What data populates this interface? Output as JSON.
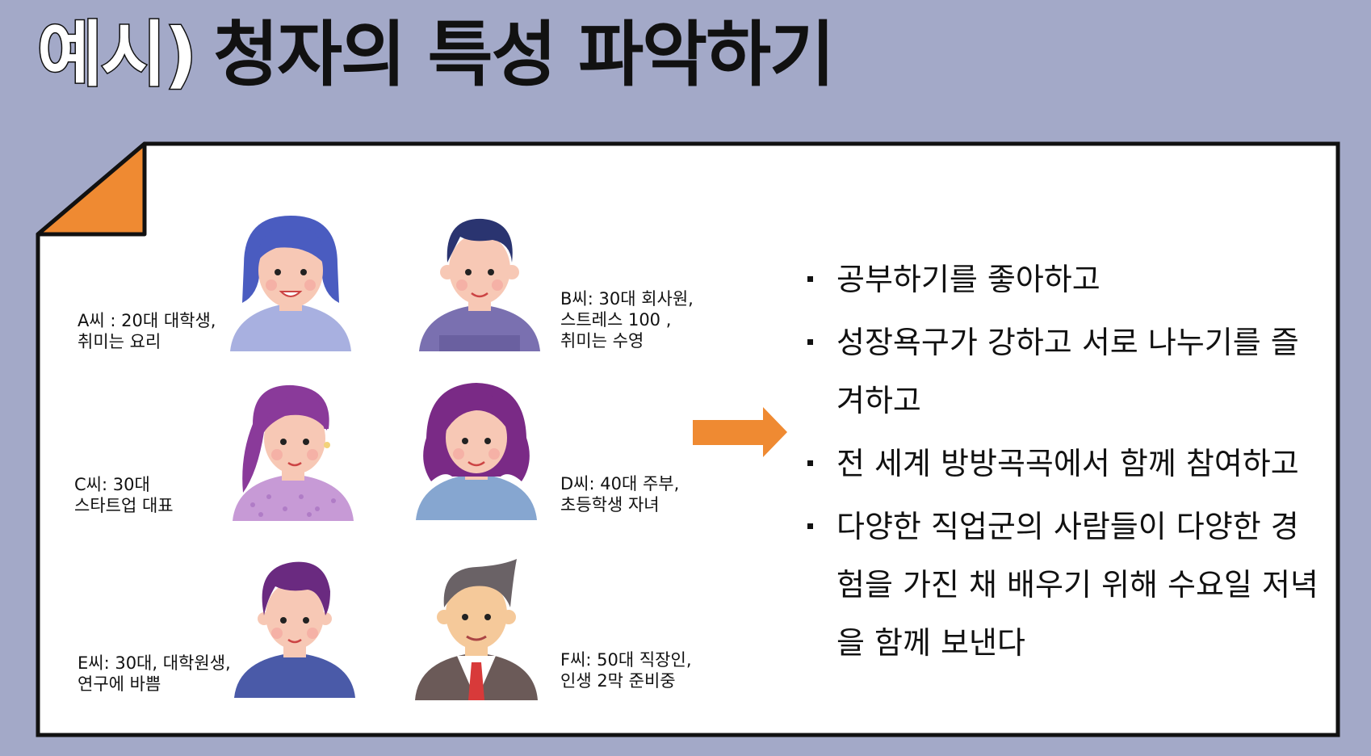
{
  "slide": {
    "title_prefix": "예시)",
    "title_main": "청자의 특성 파악하기"
  },
  "people": [
    {
      "id": "A",
      "line1": "A씨 : 20대 대학생,",
      "line2": "취미는 요리",
      "line3": ""
    },
    {
      "id": "B",
      "line1": "B씨: 30대 회사원,",
      "line2": "스트레스 100 ,",
      "line3": "취미는 수영"
    },
    {
      "id": "C",
      "line1": "C씨: 30대",
      "line2": "스타트업 대표",
      "line3": ""
    },
    {
      "id": "D",
      "line1": "D씨: 40대 주부,",
      "line2": "초등학생 자녀",
      "line3": ""
    },
    {
      "id": "E",
      "line1": "E씨: 30대, 대학원생,",
      "line2": "연구에 바쁨",
      "line3": ""
    },
    {
      "id": "F",
      "line1": "F씨: 50대 직장인,",
      "line2": "인생 2막 준비중",
      "line3": ""
    }
  ],
  "bullets": [
    "공부하기를 좋아하고",
    "성장욕구가 강하고 서로 나누기를 즐겨하고",
    "전 세계 방방곡곡에서 함께 참여하고",
    "다양한 직업군의 사람들이 다양한 경험을 가진 채 배우기 위해 수요일 저녁을 함께 보낸다"
  ],
  "colors": {
    "background": "#a3a9c8",
    "card": "#ffffff",
    "fold": "#ef8a32",
    "arrow": "#ef8a32",
    "outline": "#111111"
  },
  "icons": {
    "arrow": "arrow-right-icon",
    "fold": "folded-corner-icon"
  }
}
